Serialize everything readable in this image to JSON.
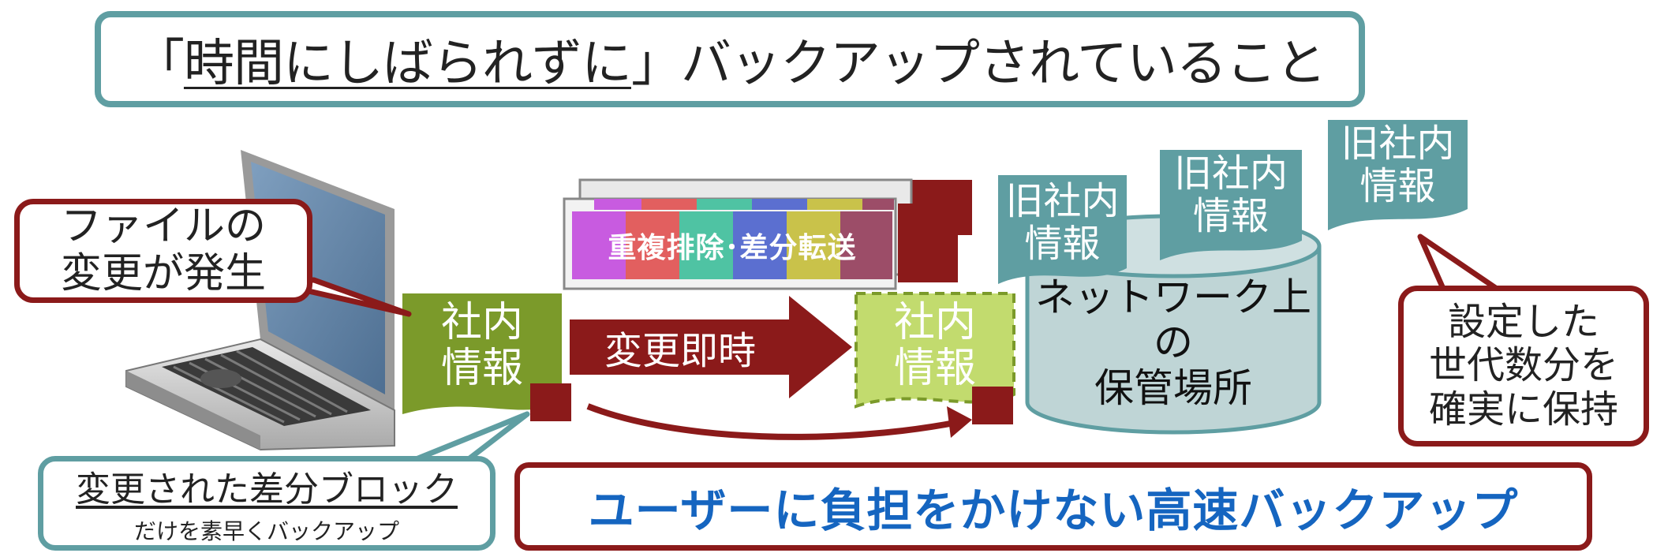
{
  "title": {
    "bracket_open": "「",
    "emphasis": "時間にしばられずに",
    "bracket_close": "」",
    "rest": "バックアップされていること"
  },
  "source_doc": {
    "line1": "社内",
    "line2": "情報"
  },
  "target_doc": {
    "line1": "社内",
    "line2": "情報"
  },
  "arrow_label": "変更即時",
  "transfer_label": "重複排除･差分転送",
  "storage_label": {
    "line1": "ネットワーク上の",
    "line2": "保管場所"
  },
  "old_docs": [
    {
      "line1": "旧社内",
      "line2": "情報"
    },
    {
      "line1": "旧社内",
      "line2": "情報"
    },
    {
      "line1": "旧社内",
      "line2": "情報"
    }
  ],
  "callout_change": {
    "line1": "ファイルの",
    "line2": "変更が発生"
  },
  "callout_generations": {
    "line1": "設定した",
    "line2": "世代数分を",
    "line3": "確実に保持"
  },
  "callout_diff": {
    "title": "変更された差分ブロック",
    "subtitle": "だけを素早くバックアップ"
  },
  "bottom_banner": "ユーザーに負担をかけない高速バックアップ",
  "colors": {
    "teal": "#5f9ea2",
    "dark_red": "#8b1a1a",
    "olive_green": "#7b9a2a",
    "light_green": "#c2db6e",
    "storage_fill": "#bfd5d6",
    "banner_blue": "#1565c0",
    "stripes": [
      "#c85be0",
      "#e25f5f",
      "#4fc3a3",
      "#5b6fd0",
      "#c9c24a",
      "#9c4d68"
    ]
  },
  "icons": [
    "laptop-icon",
    "document-icon",
    "database-cylinder-icon",
    "right-arrow-icon",
    "curved-arrow-icon",
    "block-square-icon"
  ]
}
